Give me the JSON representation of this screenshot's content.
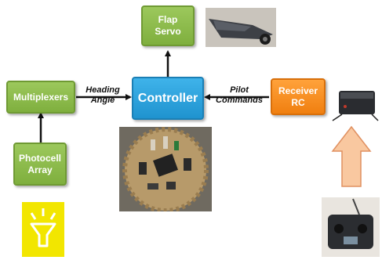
{
  "blocks": {
    "flap_servo": "Flap\nServo",
    "multiplexers": "Multiplexers",
    "controller": "Controller",
    "receiver_rc": "Receiver\nRC",
    "photocell_array": "Photocell\nArray"
  },
  "labels": {
    "heading_angle": "Heading\nAngle",
    "pilot_commands": "Pilot\nCommands"
  },
  "colors": {
    "green_block": "#8bbd4b",
    "controller_block": "#27a0dc",
    "receiver_block": "#f7901e",
    "big_arrow": "#f9c8a0",
    "icon_bg": "#f2e600"
  },
  "images": {
    "servo_photo": "glider-servo-photo",
    "circuit_photo": "circuit-board-photo",
    "receiver_photo": "rc-receiver-photo",
    "transmitter_photo": "rc-transmitter-photo",
    "light_icon": "light-sensor-icon"
  }
}
